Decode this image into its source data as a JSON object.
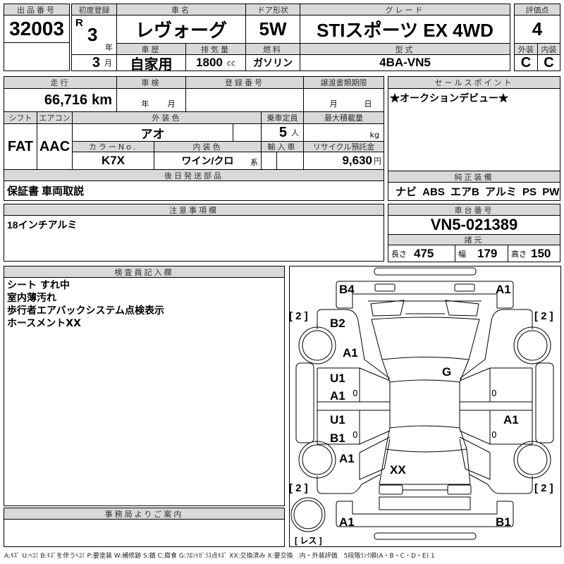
{
  "lot": {
    "label": "出品番号",
    "value": "32003"
  },
  "first_reg": {
    "label": "初度登録",
    "era": "R",
    "year": "3",
    "year_unit": "年",
    "month": "3",
    "month_unit": "月"
  },
  "car_name": {
    "label": "車名",
    "value": "レヴォーグ"
  },
  "doors": {
    "label": "ドア形状",
    "value": "5W"
  },
  "grade": {
    "label": "グレード",
    "value": "STIスポーツ EX 4WD"
  },
  "score": {
    "label": "評価点",
    "value": "4",
    "exterior_label": "外装",
    "interior_label": "内装",
    "exterior": "C",
    "interior": "C"
  },
  "history": {
    "label": "車歴",
    "value": "自家用"
  },
  "displacement": {
    "label": "排気量",
    "value": "1800",
    "unit": "cc"
  },
  "fuel": {
    "label": "燃料",
    "value": "ガソリン"
  },
  "model_code": {
    "label": "型式",
    "value": "4BA-VN5"
  },
  "mileage": {
    "label": "走行",
    "value": "66,716",
    "unit": "km"
  },
  "inspection": {
    "label": "車検",
    "year_unit": "年",
    "month_unit": "月"
  },
  "reg_number": {
    "label": "登録番号"
  },
  "transfer_deadline": {
    "label": "譲渡書類期限",
    "month_unit": "月",
    "day_unit": "日"
  },
  "shift": {
    "label": "シフト",
    "value": "FAT"
  },
  "aircon": {
    "label": "エアコン",
    "value": "AAC"
  },
  "ext_color": {
    "label": "外装色",
    "value": "アオ"
  },
  "capacity": {
    "label": "乗車定員",
    "value": "5",
    "unit": "人"
  },
  "max_load": {
    "label": "最大積載量",
    "unit": "kg"
  },
  "color_no": {
    "label": "カラーNo.",
    "value": "K7X"
  },
  "int_color": {
    "label": "内装色",
    "value": "ワイン/クロ",
    "unit": "系"
  },
  "import": {
    "label": "輸入車"
  },
  "recycle": {
    "label": "リサイクル預託金",
    "value": "9,630",
    "unit": "円"
  },
  "later_parts": {
    "label": "後日発送部品",
    "value": "保証書 車両取説"
  },
  "sales_point": {
    "label": "セールスポイント",
    "value": "★オークションデビュー★"
  },
  "equipment": {
    "label": "純正装備",
    "value": "ナビ ABS エアB アルミ PS PW"
  },
  "caution": {
    "label": "注意事項欄",
    "value": "18インチアルミ"
  },
  "chassis": {
    "label": "車台番号",
    "value": "VN5-021389"
  },
  "dimensions": {
    "label": "諸元",
    "length_label": "長さ",
    "length": "475",
    "width_label": "幅",
    "width": "179",
    "height_label": "高さ",
    "height": "150"
  },
  "inspector": {
    "label": "検査員記入欄",
    "lines": [
      "シート すれ中",
      "室内薄汚れ",
      "歩行者エアバックシステム点検表示",
      "ホースメントXX"
    ]
  },
  "office": {
    "label": "事務局よりご案内"
  },
  "diagram": {
    "marks": {
      "front_left": "B4",
      "front_right": "A1",
      "lf_fender": "B2",
      "lf_pillar": "A1",
      "lf_door_1": "U1",
      "lf_door_2": "A1",
      "lr_door_1": "U1",
      "lr_door_2": "B1",
      "rr_door": "A1",
      "windshield": "G",
      "lr_quarter": "A1",
      "trunk": "XX",
      "rear_left": "A1",
      "rear_right": "B1"
    },
    "tread": "[ 2 ]",
    "spare": "[ レス ]",
    "zero": "0"
  },
  "legend": "A:ｷｽﾞ U:ﾍｺﾐ B:ｷｽﾞを伴うﾍｺﾐ P:要塗装 W:補修跡 S:錆 C:腐食 G:ﾌﾛﾝﾄｶﾞﾗｽ点ｷｽﾞ XX:交換済み X:要交換　内・外装評価　5段階ﾗﾝｸ順(A・B・C・D・E) 1"
}
